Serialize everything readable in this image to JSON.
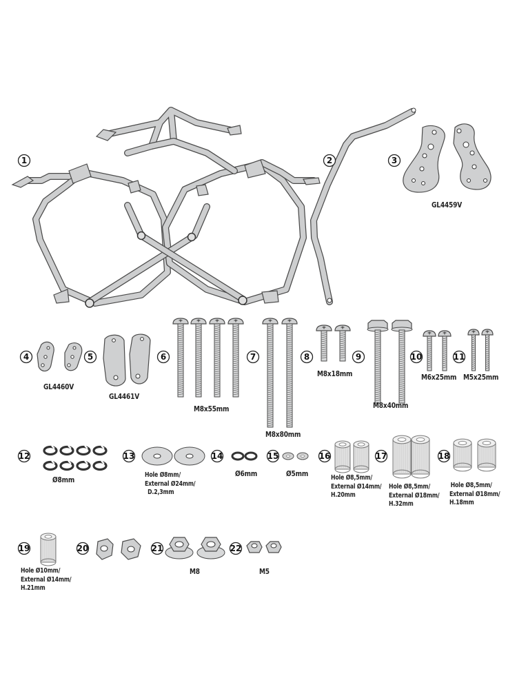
{
  "items": [
    {
      "n": "1"
    },
    {
      "n": "2"
    },
    {
      "n": "3"
    },
    {
      "n": "4"
    },
    {
      "n": "5"
    },
    {
      "n": "6"
    },
    {
      "n": "7"
    },
    {
      "n": "8"
    },
    {
      "n": "9"
    },
    {
      "n": "10"
    },
    {
      "n": "11"
    },
    {
      "n": "12"
    },
    {
      "n": "13"
    },
    {
      "n": "14"
    },
    {
      "n": "15"
    },
    {
      "n": "16"
    },
    {
      "n": "17"
    },
    {
      "n": "18"
    },
    {
      "n": "19"
    },
    {
      "n": "20"
    },
    {
      "n": "21"
    },
    {
      "n": "22"
    }
  ],
  "labels": {
    "gl4459v": "GL4459V",
    "gl4460v": "GL4460V",
    "gl4461v": "GL4461V",
    "m8x55": "M8x55mm",
    "m8x80": "M8x80mm",
    "m8x18": "M8x18mm",
    "m8x40": "M8x40mm",
    "m6x25": "M6x25mm",
    "m5x25": "M5x25mm",
    "w8": "Ø8mm",
    "w13": [
      "Hole Ø8mm/",
      "External Ø24mm/",
      "D.2,3mm"
    ],
    "w6": "Ø6mm",
    "w5": "Ø5mm",
    "s16": [
      "Hole Ø8,5mm/",
      "External Ø14mm/",
      "H.20mm"
    ],
    "s17": [
      "Hole Ø8,5mm/",
      "External Ø18mm/",
      "H.32mm"
    ],
    "s18": [
      "Hole Ø8,5mm/",
      "External Ø18mm/",
      "H.18mm"
    ],
    "s19": [
      "Hole Ø10mm/",
      "External Ø14mm/",
      "H.21mm"
    ],
    "n21": "M8",
    "n22": "M5"
  }
}
